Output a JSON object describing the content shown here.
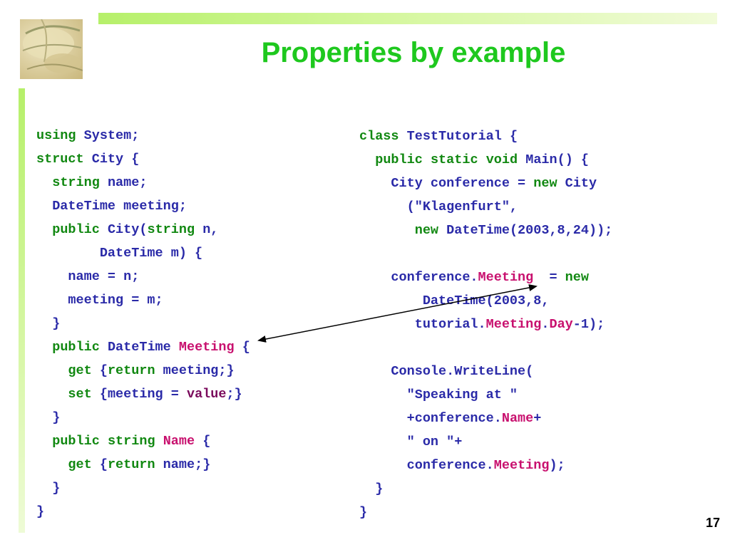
{
  "slide": {
    "title": "Properties by example",
    "page_number": "17"
  },
  "code_left": [
    [
      [
        "kw",
        "using"
      ],
      [
        "id",
        " System;"
      ]
    ],
    [
      [
        "kw",
        "struct"
      ],
      [
        "id",
        " City {"
      ]
    ],
    [
      [
        "id",
        "  "
      ],
      [
        "kw",
        "string"
      ],
      [
        "id",
        " name;"
      ]
    ],
    [
      [
        "id",
        "  DateTime meeting;"
      ]
    ],
    [
      [
        "id",
        "  "
      ],
      [
        "kw",
        "public"
      ],
      [
        "id",
        " City("
      ],
      [
        "kw",
        "string"
      ],
      [
        "id",
        " n,"
      ]
    ],
    [
      [
        "id",
        "        DateTime m) {"
      ]
    ],
    [
      [
        "id",
        "    name = n;"
      ]
    ],
    [
      [
        "id",
        "    meeting = m;"
      ]
    ],
    [
      [
        "id",
        "  }"
      ]
    ],
    [
      [
        "id",
        "  "
      ],
      [
        "kw",
        "public"
      ],
      [
        "id",
        " DateTime "
      ],
      [
        "hl",
        "Meeting"
      ],
      [
        "id",
        " {"
      ]
    ],
    [
      [
        "id",
        "    "
      ],
      [
        "kw",
        "get"
      ],
      [
        "id",
        " {"
      ],
      [
        "kw",
        "return"
      ],
      [
        "id",
        " meeting;}"
      ]
    ],
    [
      [
        "id",
        "    "
      ],
      [
        "kw",
        "set"
      ],
      [
        "id",
        " {meeting = "
      ],
      [
        "val",
        "value"
      ],
      [
        "id",
        ";}"
      ]
    ],
    [
      [
        "id",
        "  }"
      ]
    ],
    [
      [
        "id",
        "  "
      ],
      [
        "kw",
        "public"
      ],
      [
        "id",
        " "
      ],
      [
        "kw",
        "string"
      ],
      [
        "id",
        " "
      ],
      [
        "hl",
        "Name"
      ],
      [
        "id",
        " {"
      ]
    ],
    [
      [
        "id",
        "    "
      ],
      [
        "kw",
        "get"
      ],
      [
        "id",
        " {"
      ],
      [
        "kw",
        "return"
      ],
      [
        "id",
        " name;}"
      ]
    ],
    [
      [
        "id",
        "  }"
      ]
    ],
    [
      [
        "id",
        "}"
      ]
    ]
  ],
  "code_right": [
    [
      [
        "kw",
        "class"
      ],
      [
        "id",
        " TestTutorial {"
      ]
    ],
    [
      [
        "id",
        "  "
      ],
      [
        "kw",
        "public"
      ],
      [
        "id",
        " "
      ],
      [
        "kw",
        "static"
      ],
      [
        "id",
        " "
      ],
      [
        "kw",
        "void"
      ],
      [
        "id",
        " Main() {"
      ]
    ],
    [
      [
        "id",
        "    City conference = "
      ],
      [
        "kw",
        "new"
      ],
      [
        "id",
        " City"
      ]
    ],
    [
      [
        "id",
        "      (\"Klagenfurt\","
      ]
    ],
    [
      [
        "id",
        "       "
      ],
      [
        "kw",
        "new"
      ],
      [
        "id",
        " DateTime(2003,8,24));"
      ]
    ],
    [
      [
        "id",
        ""
      ]
    ],
    [
      [
        "id",
        "    conference."
      ],
      [
        "hl",
        "Meeting"
      ],
      [
        "id",
        "  = "
      ],
      [
        "kw",
        "new"
      ]
    ],
    [
      [
        "id",
        "        DateTime(2003,8,"
      ]
    ],
    [
      [
        "id",
        "       tutorial."
      ],
      [
        "hl",
        "Meeting"
      ],
      [
        "id",
        "."
      ],
      [
        "hl",
        "Day"
      ],
      [
        "id",
        "-1);"
      ]
    ],
    [
      [
        "id",
        ""
      ]
    ],
    [
      [
        "id",
        "    Console.WriteLine("
      ]
    ],
    [
      [
        "id",
        "      \"Speaking at \""
      ]
    ],
    [
      [
        "id",
        "      +conference."
      ],
      [
        "hl",
        "Name"
      ],
      [
        "id",
        "+"
      ]
    ],
    [
      [
        "id",
        "      \" on \"+"
      ]
    ],
    [
      [
        "id",
        "      conference."
      ],
      [
        "hl",
        "Meeting"
      ],
      [
        "id",
        ");"
      ]
    ],
    [
      [
        "id",
        "  }"
      ]
    ],
    [
      [
        "id",
        "}"
      ]
    ]
  ],
  "colors": {
    "title": "#1ec81e",
    "identifier": "#2a2aa8",
    "keyword": "#118811",
    "property_highlight": "#c8106e",
    "value_keyword": "#7a0a5c",
    "accent_bar": "#b6f06a"
  }
}
